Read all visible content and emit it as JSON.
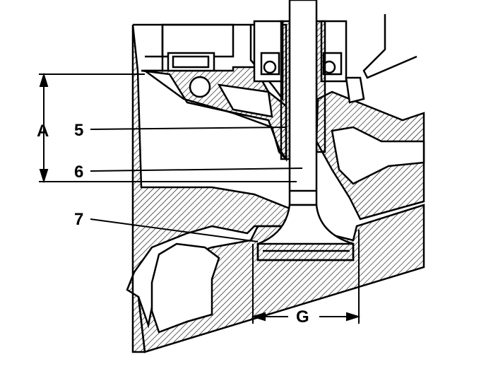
{
  "diagram": {
    "labels": {
      "dimension_a": "A",
      "part_5": "5",
      "part_6": "6",
      "part_7": "7",
      "dimension_g": "G"
    },
    "colors": {
      "ink": "#000000",
      "paper": "#ffffff"
    }
  }
}
